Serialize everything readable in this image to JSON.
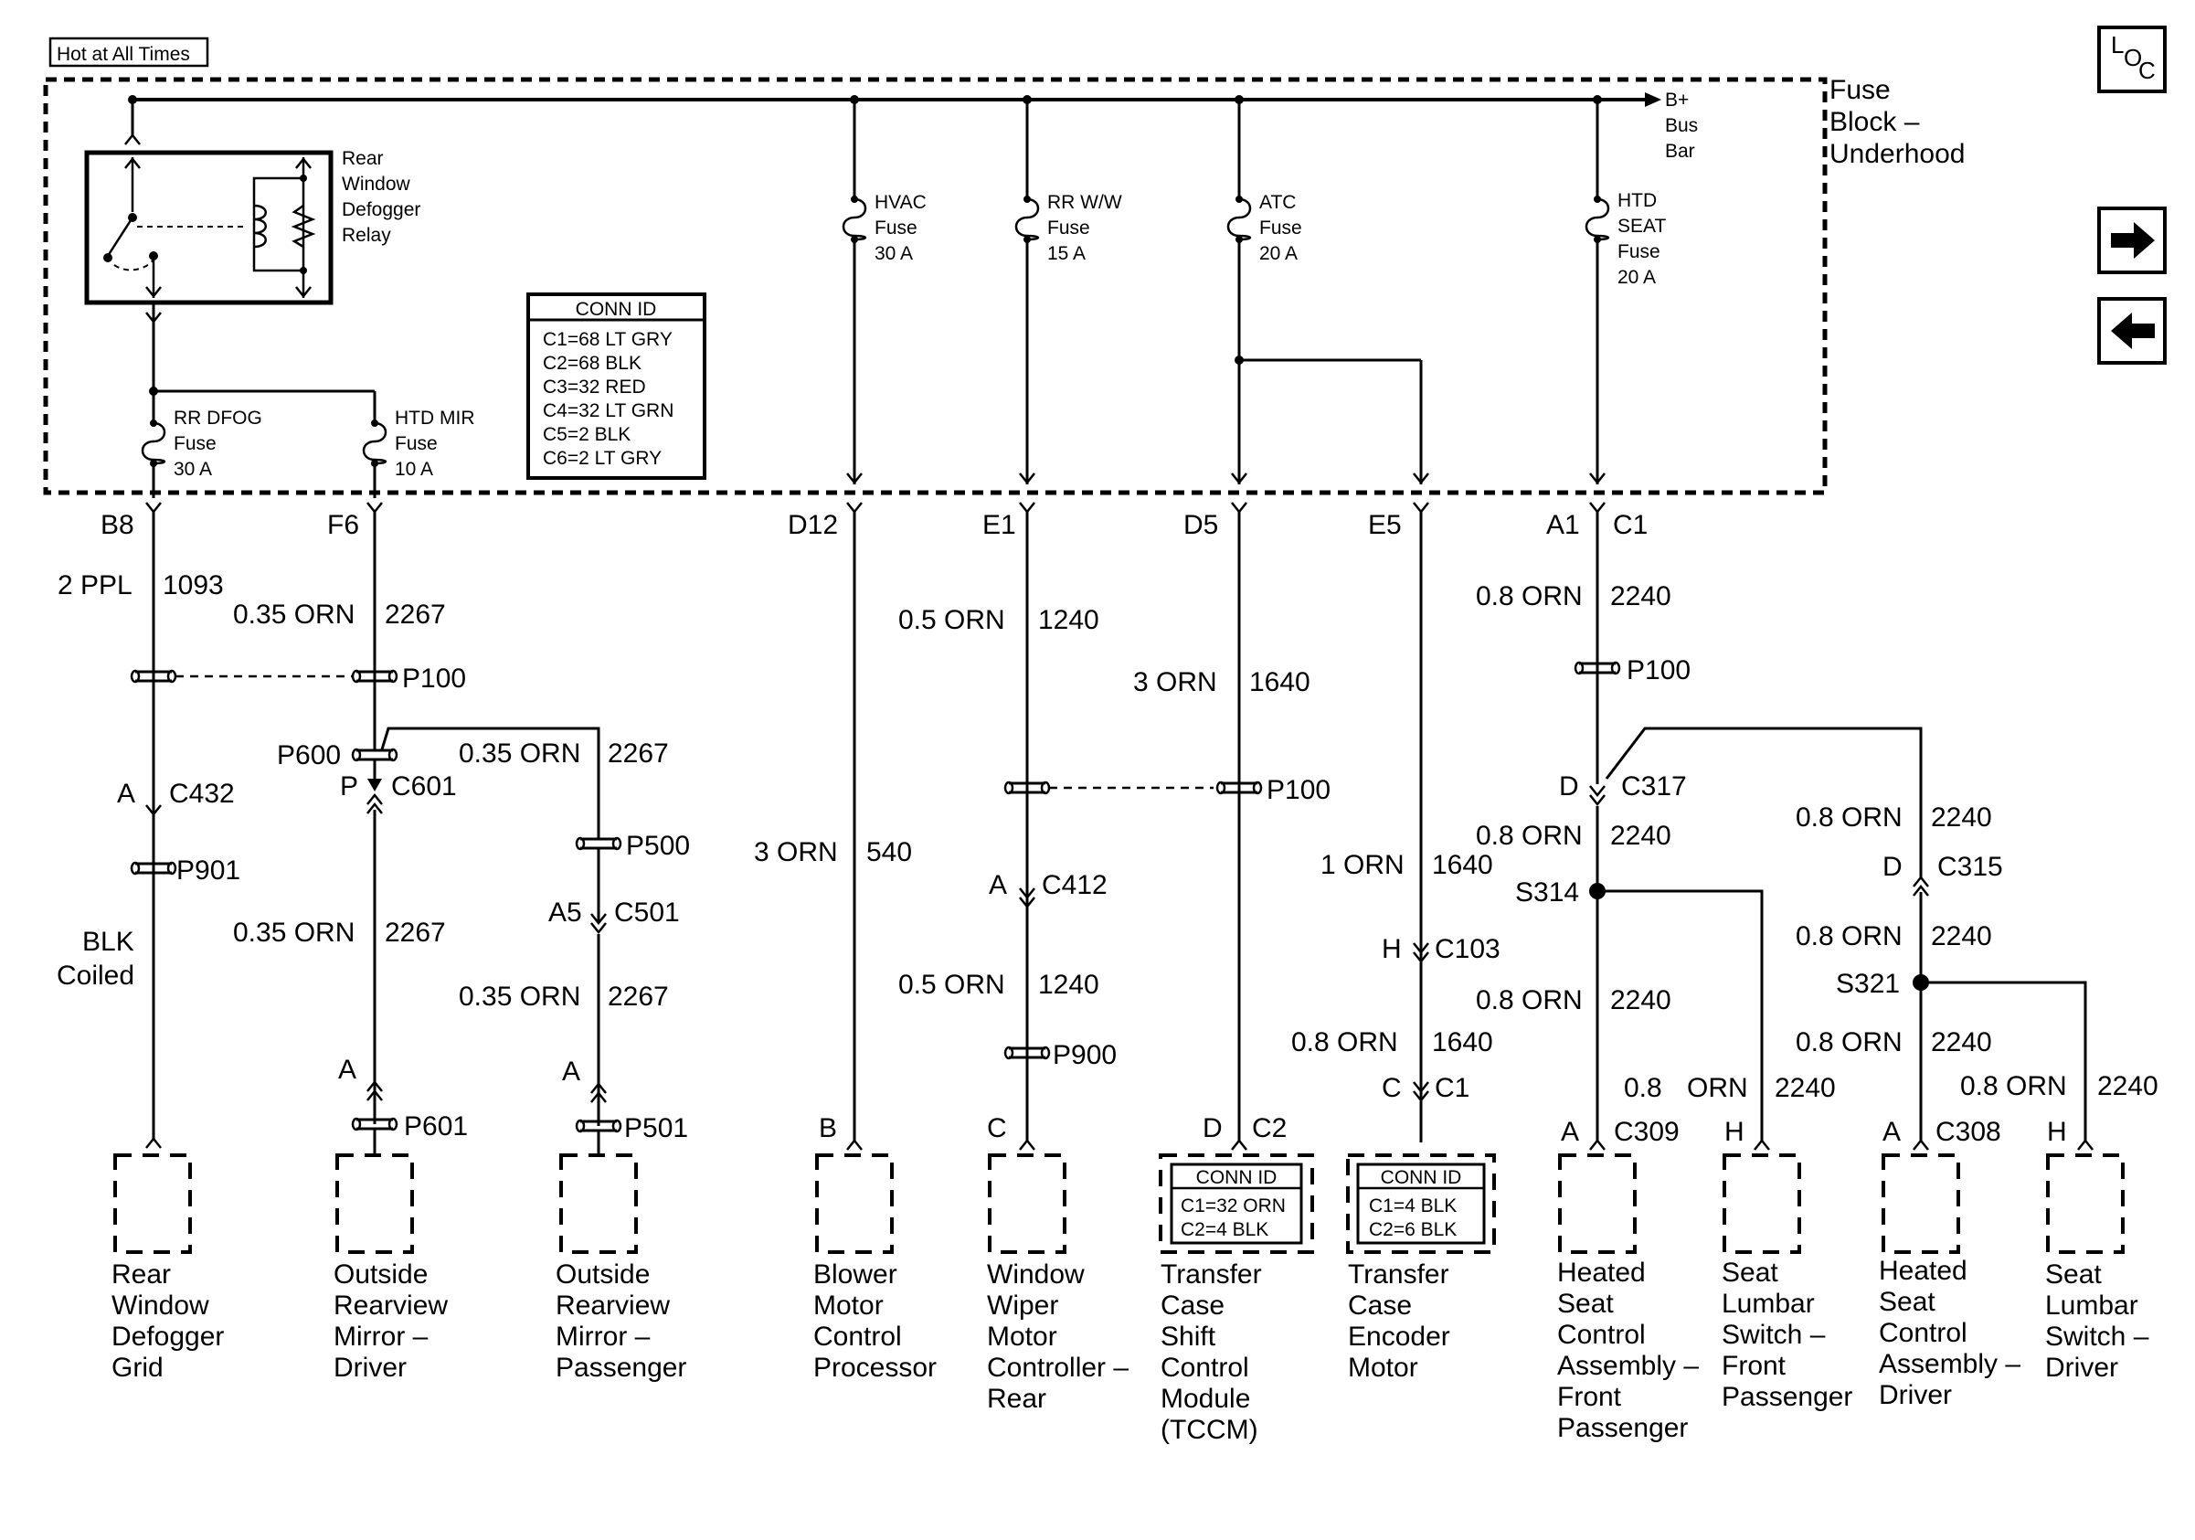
{
  "header": {
    "hot_label": "Hot at All Times",
    "fuse_block_label": [
      "Fuse",
      "Block –",
      "Underhood"
    ],
    "bus_label": [
      "B+",
      "Bus",
      "Bar"
    ],
    "loc_l": "L",
    "loc_o": "O",
    "loc_c": "C"
  },
  "nav": {
    "next_icon": "right-arrow-icon",
    "prev_icon": "left-arrow-icon"
  },
  "relay": {
    "label": [
      "Rear",
      "Window",
      "Defogger",
      "Relay"
    ]
  },
  "conn_id_main": {
    "title": "CONN ID",
    "lines": [
      "C1=68 LT GRY",
      "C2=68 BLK",
      "C3=32 RED",
      "C4=32 LT GRN",
      "C5=2 BLK",
      "C6=2 LT GRY"
    ]
  },
  "fuses": {
    "hvac": [
      "HVAC",
      "Fuse",
      "30 A"
    ],
    "rrww": [
      "RR W/W",
      "Fuse",
      "15 A"
    ],
    "atc": [
      "ATC",
      "Fuse",
      "20 A"
    ],
    "htdseat": [
      "HTD",
      "SEAT",
      "Fuse",
      "20 A"
    ],
    "rrdfog": [
      "RR DFOG",
      "Fuse",
      "30 A"
    ],
    "htdmir": [
      "HTD MIR",
      "Fuse",
      "10 A"
    ]
  },
  "terminals": {
    "b8": "B8",
    "f6": "F6",
    "d12": "D12",
    "e1": "E1",
    "d5": "D5",
    "e5": "E5",
    "a1": "A1",
    "c1": "C1"
  },
  "wires": {
    "w1_size": "2 PPL",
    "w1_num": "1093",
    "w2_size": "0.35 ORN",
    "w2_num": "2267",
    "w3_size": "0.35 ORN",
    "w3_num": "2267",
    "w4_size": "0.35 ORN",
    "w4_num": "2267",
    "w5_size": "0.35 ORN",
    "w5_num": "2267",
    "w6_size": "3 ORN",
    "w6_num": "540",
    "w7_size": "0.5 ORN",
    "w7_num": "1240",
    "w8_size": "0.5 ORN",
    "w8_num": "1240",
    "w9_size": "3 ORN",
    "w9_num": "1640",
    "w10_size": "1 ORN",
    "w10_num": "1640",
    "w11_size": "0.8 ORN",
    "w11_num": "1640",
    "w12_size": "0.8 ORN",
    "w12_num": "2240",
    "w13_size": "0.8 ORN",
    "w13_num": "2240",
    "w14_size": "0.8 ORN",
    "w14_num": "2240",
    "w15_size": "0.8",
    "w15_color": "ORN",
    "w15_num": "2240",
    "w16_size": "0.8 ORN",
    "w16_num": "2240",
    "w17_size": "0.8 ORN",
    "w17_num": "2240",
    "w18_size": "0.8 ORN",
    "w18_num": "2240",
    "w19_size": "0.8 ORN",
    "w19_num": "2240",
    "blk": "BLK",
    "coiled": "Coiled"
  },
  "connectors": {
    "p100_a": "P100",
    "p100_b": "P100",
    "p100_c": "P100",
    "p600": "P600",
    "p": "P",
    "c601": "C601",
    "a_c432": "A",
    "c432": "C432",
    "p901": "P901",
    "p500": "P500",
    "a5": "A5",
    "c501": "C501",
    "a_c412": "A",
    "c412": "C412",
    "p900": "P900",
    "h_c103": "H",
    "c103": "C103",
    "c_c1": "C",
    "c1_enc": "C1",
    "d_c317": "D",
    "c317": "C317",
    "d_c315": "D",
    "c315": "C315",
    "s314": "S314",
    "s321": "S321",
    "a_p601": "A",
    "p601": "P601",
    "a_p501": "A",
    "p501": "P501",
    "b_blower": "B",
    "c_wiper": "C",
    "d_tccm": "D",
    "c2_tccm": "C2",
    "a_c309": "A",
    "c309": "C309",
    "h_lumbar_front": "H",
    "a_c308": "A",
    "c308": "C308",
    "h_lumbar_driver": "H"
  },
  "conn_id_tccm": {
    "title": "CONN ID",
    "lines": [
      "C1=32 ORN",
      "C2=4 BLK"
    ]
  },
  "conn_id_encoder": {
    "title": "CONN ID",
    "lines": [
      "C1=4 BLK",
      "C2=6 BLK"
    ]
  },
  "components": {
    "grid": [
      "Rear",
      "Window",
      "Defogger",
      "Grid"
    ],
    "mirror_driver": [
      "Outside",
      "Rearview",
      "Mirror –",
      "Driver"
    ],
    "mirror_pass": [
      "Outside",
      "Rearview",
      "Mirror –",
      "Passenger"
    ],
    "blower": [
      "Blower",
      "Motor",
      "Control",
      "Processor"
    ],
    "wiper": [
      "Window",
      "Wiper",
      "Motor",
      "Controller –",
      "Rear"
    ],
    "tccm": [
      "Transfer",
      "Case",
      "Shift",
      "Control",
      "Module",
      "(TCCM)"
    ],
    "encoder": [
      "Transfer",
      "Case",
      "Encoder",
      "Motor"
    ],
    "seat_front": [
      "Heated",
      "Seat",
      "Control",
      "Assembly –",
      "Front",
      "Passenger"
    ],
    "lumbar_front": [
      "Seat",
      "Lumbar",
      "Switch –",
      "Front",
      "Passenger"
    ],
    "seat_driver": [
      "Heated",
      "Seat",
      "Control",
      "Assembly –",
      "Driver"
    ],
    "lumbar_driver": [
      "Seat",
      "Lumbar",
      "Switch –",
      "Driver"
    ]
  }
}
